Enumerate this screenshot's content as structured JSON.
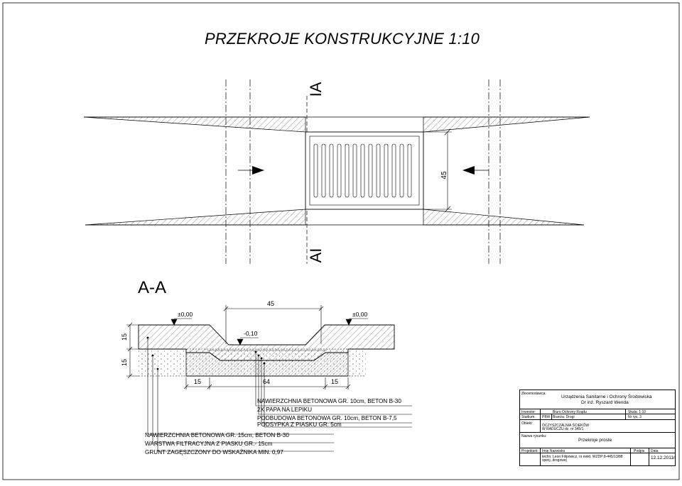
{
  "drawing": {
    "title": "PRZEKROJE KONSTRUKCYJNE 1:10",
    "plan_label_top": "IA",
    "plan_label_bottom": "AI",
    "plan_dim": "45",
    "section_label": "A-A"
  },
  "section": {
    "dim_top": "45",
    "level_left": "±0,00",
    "level_right": "±0,00",
    "level_mid": "-0,10",
    "dim_left_upper": "15",
    "dim_left_lower": "15",
    "dim_bottom_1": "15",
    "dim_bottom_2": "64",
    "dim_bottom_3": "15"
  },
  "legend_channel": [
    "NAWIERZCHNIA BETONOWA GR. 10cm, BETON B-30",
    "2X PAPA NA LEPIKU",
    "PODBUDOWA BETONOWA GR. 10cm, BETON B-7,5",
    "PODSYPKA Z PIASKU GR. 5cm"
  ],
  "legend_side": [
    "NAWIERZCHNIA BETONOWA GR. 15cm, BETON B-30",
    "WARSTWA FILTRACYJNA Z PIASKU GR.- 15cm",
    "GRUNT ZAGĘSZCZONY DO WSKAŹNIKA MIN. 0,97"
  ],
  "title_block": {
    "zleceniodawca_label": "Zleceniodawca:",
    "zleceniodawca_1": "Urządzenia Sanitarne i Ochrony Środowiska",
    "zleceniodawca_2": "Dr inż. Ryszard Wenda",
    "inwestor_label": "Inwestor:",
    "inwestor": "Biuro Ochrony Rządu",
    "skala": "Skala: 1:10",
    "stadium_label": "Stadium:",
    "stadium": "PBW",
    "branza": "Branża:  Drogi",
    "nr_rys": "Nr rys. 3",
    "obiekt_label": "Obiekt:",
    "obiekt_1": "OCZYSZCZALNIA ŚCIEKÓW",
    "obiekt_2": "W RADUCZU dz. nr 345/1",
    "nazwa_label": "Nazwa rysunku:",
    "nazwa": "Przekroje proste",
    "projektant_label": "Projektant:",
    "col_imie": "Imię  Nazwisko",
    "col_podpis": "Podpis",
    "col_data": "Data",
    "projektant_1": "techn. Leon Filipowicz, nr ewid. WZDP 8-445/13/88",
    "projektant_2": "specj. drogowej",
    "data": "12.12.2011r."
  }
}
